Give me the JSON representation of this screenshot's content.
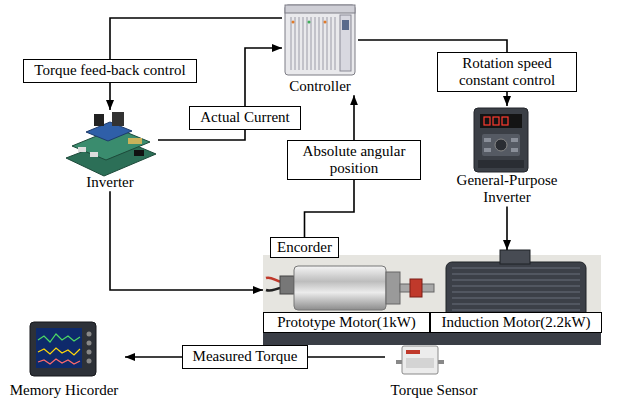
{
  "diagram": {
    "nodes": [
      {
        "text": [
          "Controller"
        ]
      },
      {
        "text": [
          "Inverter"
        ]
      },
      {
        "text": [
          "General-Purpose Inverter"
        ]
      },
      {
        "text": [
          "Encorder"
        ]
      },
      {
        "text": [
          "Prototype Motor(1kW)"
        ]
      },
      {
        "text": [
          "Induction Motor(2.2kW)"
        ]
      },
      {
        "text": [
          "Memory Hicorder"
        ]
      },
      {
        "text": [
          "Torque Sensor"
        ]
      }
    ],
    "edges": [
      {
        "from": 0,
        "to": 1,
        "label": "Torque feed-back control",
        "arrow": "to"
      },
      {
        "from": 1,
        "to": 0,
        "label": "Actual Current",
        "arrow": "to"
      },
      {
        "from": 3,
        "to": 0,
        "label": "Absolute angular position",
        "arrow": "to"
      },
      {
        "from": 0,
        "to": 2,
        "label": "Rotation speed constant control",
        "arrow": "to"
      },
      {
        "from": 2,
        "to": 5,
        "arrow": "to"
      },
      {
        "from": 1,
        "to": 4,
        "arrow": "to"
      },
      {
        "from": 7,
        "to": 6,
        "label": "Measured Torque",
        "arrow": "to"
      }
    ]
  }
}
